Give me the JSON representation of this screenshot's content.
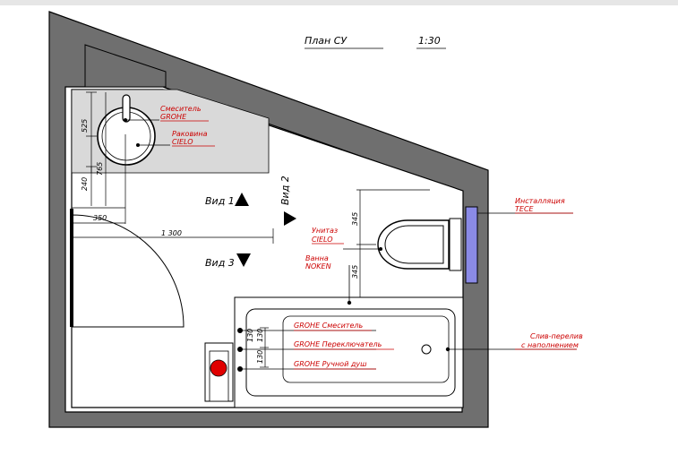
{
  "drawing": {
    "title": "План СУ",
    "scale": "1:30"
  },
  "labels": {
    "mixer_line1": "Смеситель",
    "mixer_line2": "GROHE",
    "sink_line1": "Раковина",
    "sink_line2": "CIELO",
    "toilet_line1": "Унитаз",
    "toilet_line2": "CIELO",
    "bath_line1": "Ванна",
    "bath_line2": "NOKEN",
    "installation_line1": "Инсталляция",
    "installation_line2": "TECE",
    "overflow_line1": "Слив-перелив",
    "overflow_line2": "с наполнением",
    "bath_mixer": "GROHE Смеситель",
    "bath_switch": "GROHE Переключатель",
    "bath_shower": "GROHE Ручной душ"
  },
  "views": {
    "view1": "Вид 1",
    "view2": "Вид 2",
    "view3": "Вид 3"
  },
  "dimensions": {
    "d525": "525",
    "d240": "240",
    "d765": "765",
    "d350": "350",
    "d1300": "1 300",
    "d345a": "345",
    "d345b": "345",
    "d130a": "130",
    "d130b": "130",
    "d130c": "130"
  },
  "colors": {
    "wall": "#6f6f6f",
    "zone": "#d9d9d9",
    "installation": "#8a8ae6",
    "red_text": "#cc0000",
    "riser": "#e00000"
  }
}
